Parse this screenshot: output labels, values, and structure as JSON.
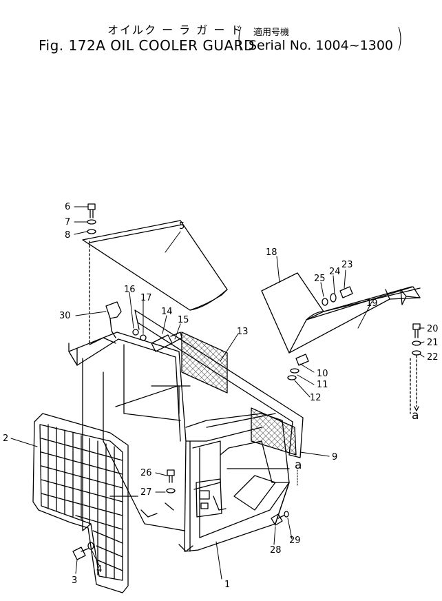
{
  "title": {
    "japanese": "オイルク ー ラ ガ ー ド",
    "english": "Fig. 172A OIL COOLER GUARD",
    "serial_japanese": "適用号機",
    "serial_english": "Serial No. 1004~1300",
    "paren_open": "(",
    "paren_close": ")"
  },
  "callouts": [
    "1",
    "2",
    "3",
    "4",
    "5",
    "6",
    "7",
    "8",
    "9",
    "10",
    "11",
    "12",
    "13",
    "14",
    "15",
    "16",
    "17",
    "18",
    "19",
    "20",
    "21",
    "22",
    "23",
    "24",
    "25",
    "26",
    "27",
    "28",
    "29",
    "30"
  ],
  "reference_letter": "a"
}
